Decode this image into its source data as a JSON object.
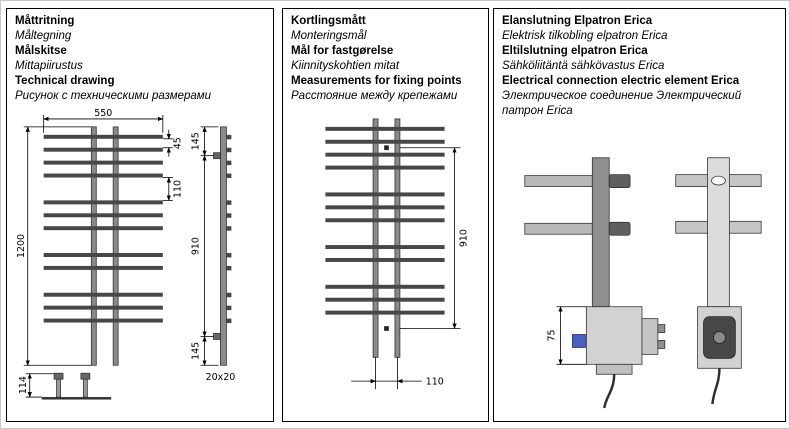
{
  "panels": [
    {
      "name": "technical-drawing",
      "headings": [
        {
          "text": "Måttritning",
          "style": "bold"
        },
        {
          "text": "Måltegning",
          "style": "italic"
        },
        {
          "text": "Målskitse",
          "style": "bold"
        },
        {
          "text": "Mittapiirustus",
          "style": "italic"
        },
        {
          "text": "Technical drawing",
          "style": "bold"
        },
        {
          "text": "Рисунок с техническими размерами",
          "style": "italic"
        }
      ],
      "dimensions": {
        "overall_width": "550",
        "overall_height": "1200",
        "rung_gap": "45",
        "group_gap": "110",
        "bracket_top": "145",
        "bracket_span": "910",
        "bracket_bottom": "145",
        "tube_profile": "20x20",
        "bracket_depth": "114"
      }
    },
    {
      "name": "fixing-points",
      "headings": [
        {
          "text": "Kortlingsmått",
          "style": "bold"
        },
        {
          "text": "Monteringsmål",
          "style": "italic"
        },
        {
          "text": "Mål for fastgørelse",
          "style": "bold"
        },
        {
          "text": "Kiinnityskohtien mitat",
          "style": "italic"
        },
        {
          "text": "Measurements for fixing points",
          "style": "bold"
        },
        {
          "text": "Расстояние между крепежами",
          "style": "italic"
        }
      ],
      "dimensions": {
        "fixing_span": "910",
        "fixing_width": "110"
      }
    },
    {
      "name": "electrical-connection",
      "headings": [
        {
          "text": "Elanslutning Elpatron Erica",
          "style": "bold"
        },
        {
          "text": "Elektrisk tilkobling elpatron Erica",
          "style": "italic"
        },
        {
          "text": "Eltilslutning elpatron Erica",
          "style": "bold"
        },
        {
          "text": "Sähköliitäntä sähkövastus Erica",
          "style": "italic"
        },
        {
          "text": "Electrical connection electric element Erica",
          "style": "bold"
        },
        {
          "text": "Электрическое соединение Электрический патрон Erica",
          "style": "italic"
        }
      ],
      "dimensions": {
        "element_offset": "75"
      }
    }
  ],
  "colors": {
    "line": "#000000",
    "tube_dark": "#8a8a8a",
    "tube_light": "#dcdcdc",
    "rung": "#474747",
    "housing": "#d2d2d2",
    "knob": "#474747",
    "connector_blue": "#4a5fc0"
  }
}
